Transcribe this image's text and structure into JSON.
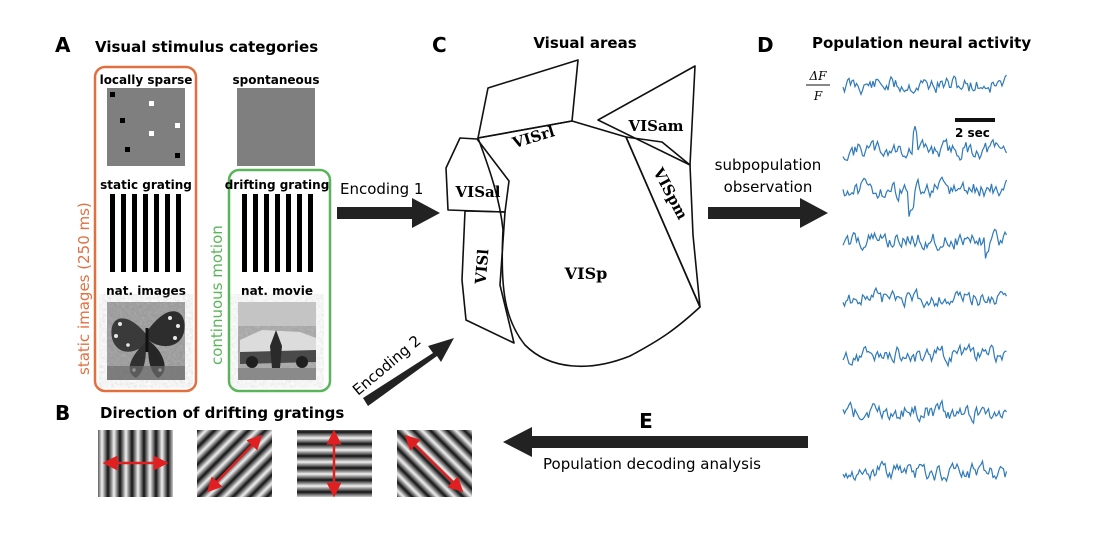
{
  "panelA": {
    "letter": "A",
    "title": "Visual stimulus categories",
    "static_group_label": "static images (250 ms)",
    "motion_group_label": "continuous motion",
    "stimuli": {
      "locally_sparse": "locally sparse",
      "spontaneous": "spontaneous",
      "static_grating": "static grating",
      "drifting_grating": "drifting grating",
      "nat_images": "nat. images",
      "nat_movie": "nat. movie"
    },
    "colors": {
      "static": "#e07040",
      "motion": "#5ab55a"
    }
  },
  "panelB": {
    "letter": "B",
    "title": "Direction of drifting gratings",
    "arrow_color": "#e02020"
  },
  "panelC": {
    "letter": "C",
    "title": "Visual areas",
    "areas": {
      "visrl": "VISrl",
      "visam": "VISam",
      "visal": "VISal",
      "vispm": "VISpm",
      "visl": "VISl",
      "visp": "VISp"
    }
  },
  "panelD": {
    "letter": "D",
    "title": "Population neural activity",
    "dff_numerator": "ΔF",
    "dff_denominator": "F",
    "scale_label": "2 sec",
    "trace_color": "#2f7ab8"
  },
  "panelE": {
    "letter": "E",
    "label": "Population decoding analysis"
  },
  "arrows": {
    "encoding1": "Encoding 1",
    "encoding2": "Encoding 2",
    "subpop_line1": "subpopulation",
    "subpop_line2": "observation"
  }
}
